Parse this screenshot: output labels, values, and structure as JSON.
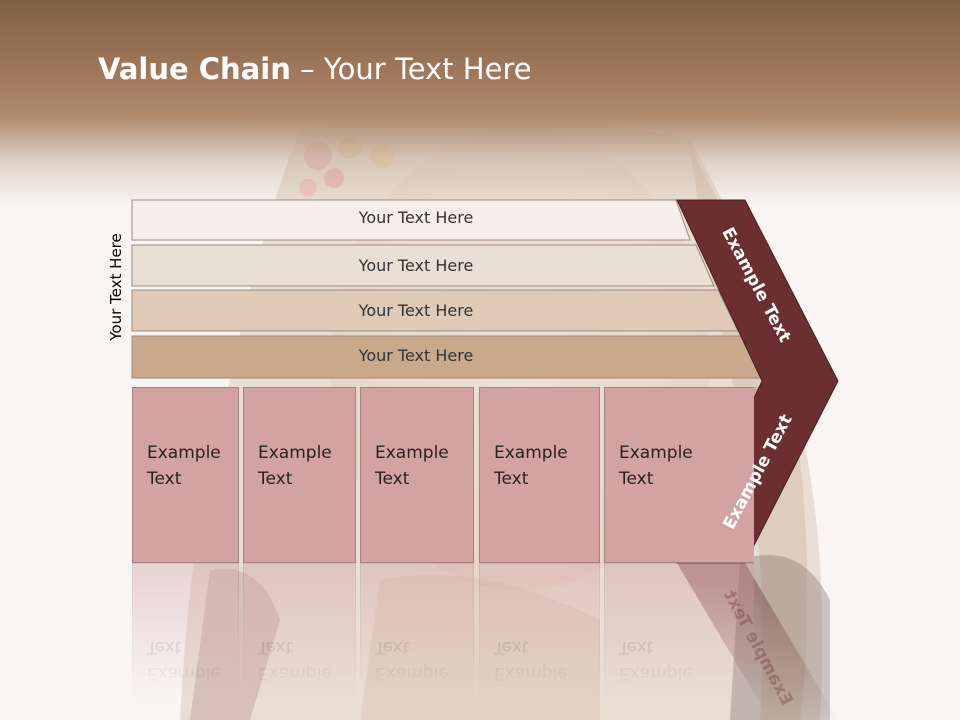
{
  "slide": {
    "title_bold": "Value Chain",
    "title_rest": " – Your Text Here",
    "vertical_label": "Your Text Here"
  },
  "bands": [
    {
      "label": "Your Text Here",
      "color": "#f5eee9"
    },
    {
      "label": "Your Text Here",
      "color": "#eadfd4"
    },
    {
      "label": "Your Text Here",
      "color": "#dfcab7"
    },
    {
      "label": "Your Text Here",
      "color": "#c9a88c"
    }
  ],
  "cells": [
    {
      "line1": "Example",
      "line2": "Text"
    },
    {
      "line1": "Example",
      "line2": "Text"
    },
    {
      "line1": "Example",
      "line2": "Text"
    },
    {
      "line1": "Example",
      "line2": "Text"
    },
    {
      "line1": "Example",
      "line2": "Text"
    }
  ],
  "chevron": {
    "upper_label": "Example Text",
    "lower_label": "Example Text",
    "color": "#6b2f31"
  },
  "colors": {
    "cell_fill": "#d3a3a4",
    "header": "#a3795b"
  }
}
